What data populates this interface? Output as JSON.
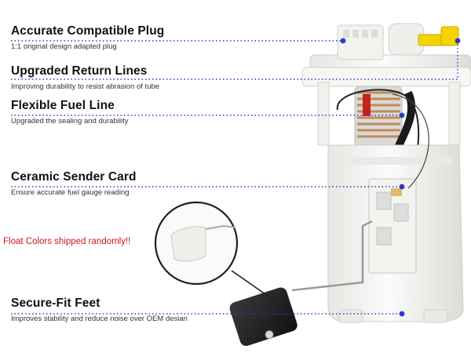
{
  "features": [
    {
      "title": "Accurate Compatible Plug",
      "subtitle": "1:1 original design adapted plug"
    },
    {
      "title": "Upgraded Return Lines",
      "subtitle": "Improving durability to resist abrasion of tube"
    },
    {
      "title": "Flexible Fuel Line",
      "subtitle": "Upgraded the sealing and durability"
    },
    {
      "title": "Ceramic Sender Card",
      "subtitle": "Ensure accurate fuel gauge reading"
    },
    {
      "title": "Secure-Fit Feet",
      "subtitle": "Improves stability and reduce noise over OEM desian"
    }
  ],
  "float_note": "Float Colors shipped randomly!!",
  "colors": {
    "callout_line": "#2b39c8",
    "note_text": "#d0161b",
    "housing": "#f4f4f2",
    "plug": "#f2d400",
    "float": "#1e1e1e"
  }
}
